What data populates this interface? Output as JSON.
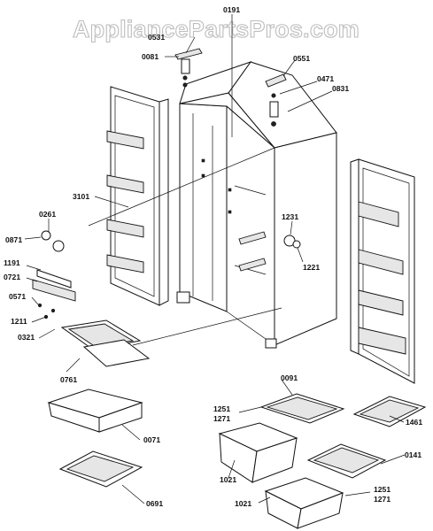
{
  "watermark": "AppliancePartsPros.com",
  "part_labels": {
    "p0191": "0191",
    "p0531": "0531",
    "p0081": "0081",
    "p0551": "0551",
    "p0471": "0471",
    "p0831": "0831",
    "p3101": "3101",
    "p0261": "0261",
    "p0871": "0871",
    "p1191": "1191",
    "p0721": "0721",
    "p0571": "0571",
    "p1211": "1211",
    "p0321": "0321",
    "p1231": "1231",
    "p1221": "1221",
    "p0761": "0761",
    "p0071": "0071",
    "p0691": "0691",
    "p0091": "0091",
    "p1251a": "1251",
    "p1271a": "1271",
    "p1461": "1461",
    "p0141": "0141",
    "p1021a": "1021",
    "p1021b": "1021",
    "p1251b": "1251",
    "p1271b": "1271"
  }
}
